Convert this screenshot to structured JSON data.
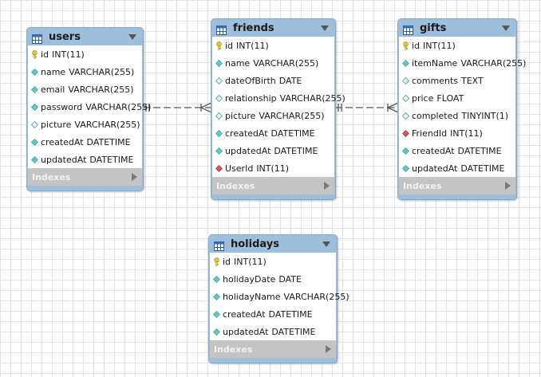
{
  "colors": {
    "header": "#9ebfdc",
    "indexes_bar": "#c4c4c4",
    "grid": "#e3e3e3",
    "pk_key": "#e8c43a",
    "column_diamond": "#5fc9c9",
    "foreign_key_diamond": "#d9535a"
  },
  "indexes_label": "Indexes",
  "tables": {
    "users": {
      "title": "users",
      "columns": [
        {
          "name": "id",
          "type": "INT(11)",
          "icon": "key-icon"
        },
        {
          "name": "name",
          "type": "VARCHAR(255)",
          "icon": "diamond-icon"
        },
        {
          "name": "email",
          "type": "VARCHAR(255)",
          "icon": "diamond-icon"
        },
        {
          "name": "password",
          "type": "VARCHAR(255)",
          "icon": "diamond-icon"
        },
        {
          "name": "picture",
          "type": "VARCHAR(255)",
          "icon": "diamond-outline-icon"
        },
        {
          "name": "createdAt",
          "type": "DATETIME",
          "icon": "diamond-icon"
        },
        {
          "name": "updatedAt",
          "type": "DATETIME",
          "icon": "diamond-icon"
        }
      ]
    },
    "friends": {
      "title": "friends",
      "columns": [
        {
          "name": "id",
          "type": "INT(11)",
          "icon": "key-icon"
        },
        {
          "name": "name",
          "type": "VARCHAR(255)",
          "icon": "diamond-icon"
        },
        {
          "name": "dateOfBirth",
          "type": "DATE",
          "icon": "diamond-outline-icon"
        },
        {
          "name": "relationship",
          "type": "VARCHAR(255)",
          "icon": "diamond-outline-icon"
        },
        {
          "name": "picture",
          "type": "VARCHAR(255)",
          "icon": "diamond-outline-icon"
        },
        {
          "name": "createdAt",
          "type": "DATETIME",
          "icon": "diamond-icon"
        },
        {
          "name": "updatedAt",
          "type": "DATETIME",
          "icon": "diamond-icon"
        },
        {
          "name": "UserId",
          "type": "INT(11)",
          "icon": "foreign-key-icon"
        }
      ]
    },
    "gifts": {
      "title": "gifts",
      "columns": [
        {
          "name": "id",
          "type": "INT(11)",
          "icon": "key-icon"
        },
        {
          "name": "itemName",
          "type": "VARCHAR(255)",
          "icon": "diamond-icon"
        },
        {
          "name": "comments",
          "type": "TEXT",
          "icon": "diamond-outline-icon"
        },
        {
          "name": "price",
          "type": "FLOAT",
          "icon": "diamond-outline-icon"
        },
        {
          "name": "completed",
          "type": "TINYINT(1)",
          "icon": "diamond-outline-icon"
        },
        {
          "name": "FriendId",
          "type": "INT(11)",
          "icon": "foreign-key-icon"
        },
        {
          "name": "createdAt",
          "type": "DATETIME",
          "icon": "diamond-icon"
        },
        {
          "name": "updatedAt",
          "type": "DATETIME",
          "icon": "diamond-icon"
        }
      ]
    },
    "holidays": {
      "title": "holidays",
      "columns": [
        {
          "name": "id",
          "type": "INT(11)",
          "icon": "key-icon"
        },
        {
          "name": "holidayDate",
          "type": "DATE",
          "icon": "diamond-icon"
        },
        {
          "name": "holidayName",
          "type": "VARCHAR(255)",
          "icon": "diamond-icon"
        },
        {
          "name": "createdAt",
          "type": "DATETIME",
          "icon": "diamond-icon"
        },
        {
          "name": "updatedAt",
          "type": "DATETIME",
          "icon": "diamond-icon"
        }
      ]
    }
  },
  "relationships": [
    {
      "from": "users",
      "to": "friends",
      "type": "one-to-many",
      "style": "dashed"
    },
    {
      "from": "friends",
      "to": "gifts",
      "type": "one-to-many",
      "style": "dashed"
    }
  ]
}
